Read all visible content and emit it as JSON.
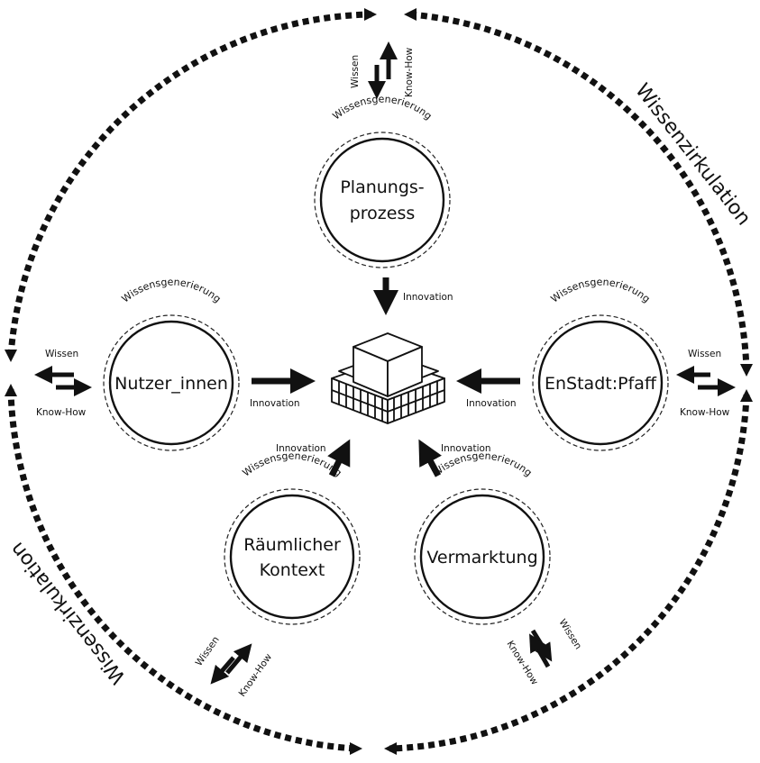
{
  "outer": {
    "label_top_right": "Wissenzirkulation",
    "label_bottom_left": "Wissenzirkulation"
  },
  "nodes": {
    "top": {
      "line1": "Planungs-",
      "line2": "prozess",
      "ring": "Wissensgenerierung"
    },
    "left": {
      "line1": "Nutzer_innen",
      "ring": "Wissensgenerierung"
    },
    "right": {
      "line1": "EnStadt:Pfaff",
      "ring": "Wissensgenerierung"
    },
    "bottom_left": {
      "line1": "Räumlicher",
      "line2": "Kontext",
      "ring": "Wissensgenerierung"
    },
    "bottom_right": {
      "line1": "Vermarktung",
      "ring": "Wissensgenerierung"
    }
  },
  "labels": {
    "innovation": "Innovation",
    "wissen": "Wissen",
    "knowhow": "Know-How"
  }
}
